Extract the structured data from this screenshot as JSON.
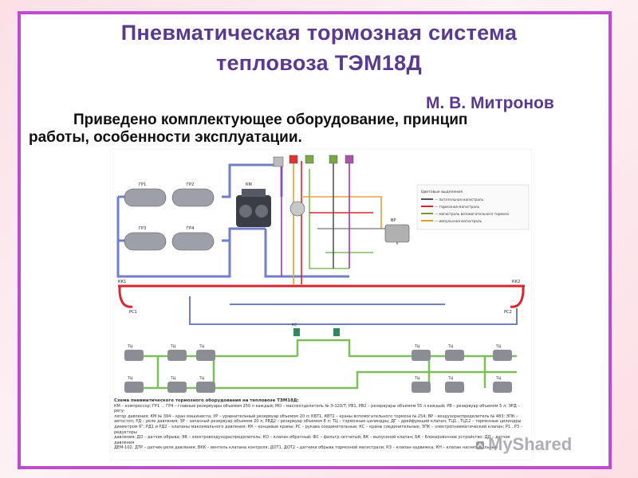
{
  "slide": {
    "title_line1": "Пневматическая тормозная система",
    "title_line2": "тепловоза ТЭМ18Д",
    "author": "М. В. Митронов",
    "description_line1": "Приведено комплектующее оборудование, принцип",
    "description_line2": "работы, особенности эксплуатации."
  },
  "diagram": {
    "labels": {
      "gr1": "ГР1",
      "gr2": "ГР2",
      "gr3": "ГР3",
      "gr4": "ГР4",
      "km": "КМ",
      "vr": "ВР",
      "kk1": "КК1",
      "kk2": "КК2",
      "rs1": "РС1",
      "rs2": "РС2",
      "ks": "КС",
      "tc": "ТЦ"
    },
    "legend": {
      "header": "Цветовые выделения",
      "items": [
        {
          "text": "— питательная магистраль",
          "color": "#555555"
        },
        {
          "text": "— тормозная магистраль",
          "color": "#d8262e"
        },
        {
          "text": "— магистраль вспомогательного тормоза",
          "color": "#7a9a2e"
        },
        {
          "text": "— импульсная магистраль",
          "color": "#e0a020"
        }
      ]
    },
    "colors": {
      "feed": "#6f7fc9",
      "brake": "#d8262e",
      "aux": "#7bbf5a",
      "impulse": "#e8a23a",
      "control": "#9a3ab0",
      "neutral": "#8c8c8c"
    },
    "caption_title": "Схема пневматического тормозного оборудования на тепловозе ТЭМ18Д:",
    "caption_lines": [
      "КМ – компрессор; ГР1 ... ГР4 – главные резервуары объемом 250 л каждый; МО – маслоотделитель № Э-120/Т; РВ1, РВ2 – резервуары объемом 55 л каждый; РВ – резервуар объемом 5 л; ЭРД – регу-",
      "лятор давления; КМ № 394 – кран машиниста; УР – уравнительный резервуар объемом 20 л; КВТ1, КВТ2 – краны вспомогательного тормоза № 254; ВР – воздухораспределитель № 483; ЭПК –",
      "автостоп; РД – реле давления; ЗР – запасный резервуар объемом 20 л; РВД2 – резервуар объемом 8 л; ТЦ – тормозные цилиндры; ДГ – дрейфующий клапан; ТЦ1...ТЦ12 – тормозные цилиндры",
      "диаметром 6\"; РД1 и РД2 – клапаны максимального давления; КК – концевые краны; РС – рукава соединительные; КС – краны соединительные; ЗПК – электропневматический клапан; Р1...Р3 – редукторы",
      "давления; ДО – датчик обрыва; ЭВ – электровоздухораспределитель; КО – клапан обратный; ФС – фильтр сетчатый; ВК – выпускной клапан; БК – блокировочное устройство; ДД – датчик давления",
      "ДЕМ-102; ДТР – датчик-реле давления; ВКК – вентиль клапана контроля; ДОТ1, ДОТ2 – датчики обрыва тормозной магистрали; КЗ – клапан-задвижка; КН – клапан нагнетательный"
    ]
  },
  "watermark": "MyShared"
}
